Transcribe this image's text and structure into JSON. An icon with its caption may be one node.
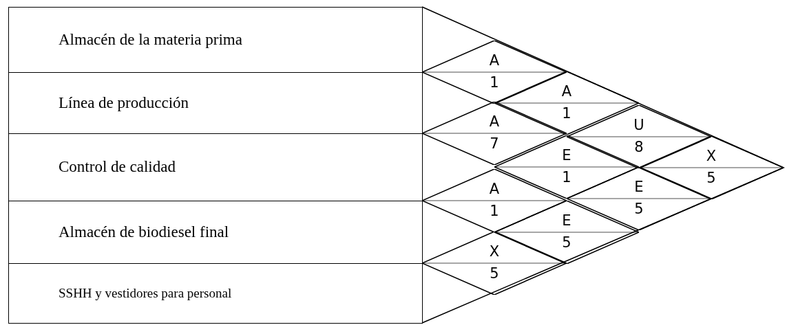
{
  "diagram": {
    "nodes": [
      {
        "text": [
          "Almacén de la materia prima"
        ]
      },
      {
        "text": [
          "Línea de producción"
        ]
      },
      {
        "text": [
          "Control de calidad"
        ]
      },
      {
        "text": [
          "Almacén de biodiesel final"
        ]
      },
      {
        "text": [
          "SSHH y vestidores para personal"
        ]
      },
      {
        "text": [
          "A",
          "1"
        ]
      },
      {
        "text": [
          "A",
          "1"
        ]
      },
      {
        "text": [
          "A",
          "7"
        ]
      },
      {
        "text": [
          "U",
          "8"
        ]
      },
      {
        "text": [
          "E",
          "1"
        ]
      },
      {
        "text": [
          "A",
          "1"
        ]
      },
      {
        "text": [
          "X",
          "5"
        ]
      },
      {
        "text": [
          "E",
          "5"
        ]
      },
      {
        "text": [
          "E",
          "5"
        ]
      },
      {
        "text": [
          "X",
          "5"
        ]
      }
    ]
  }
}
